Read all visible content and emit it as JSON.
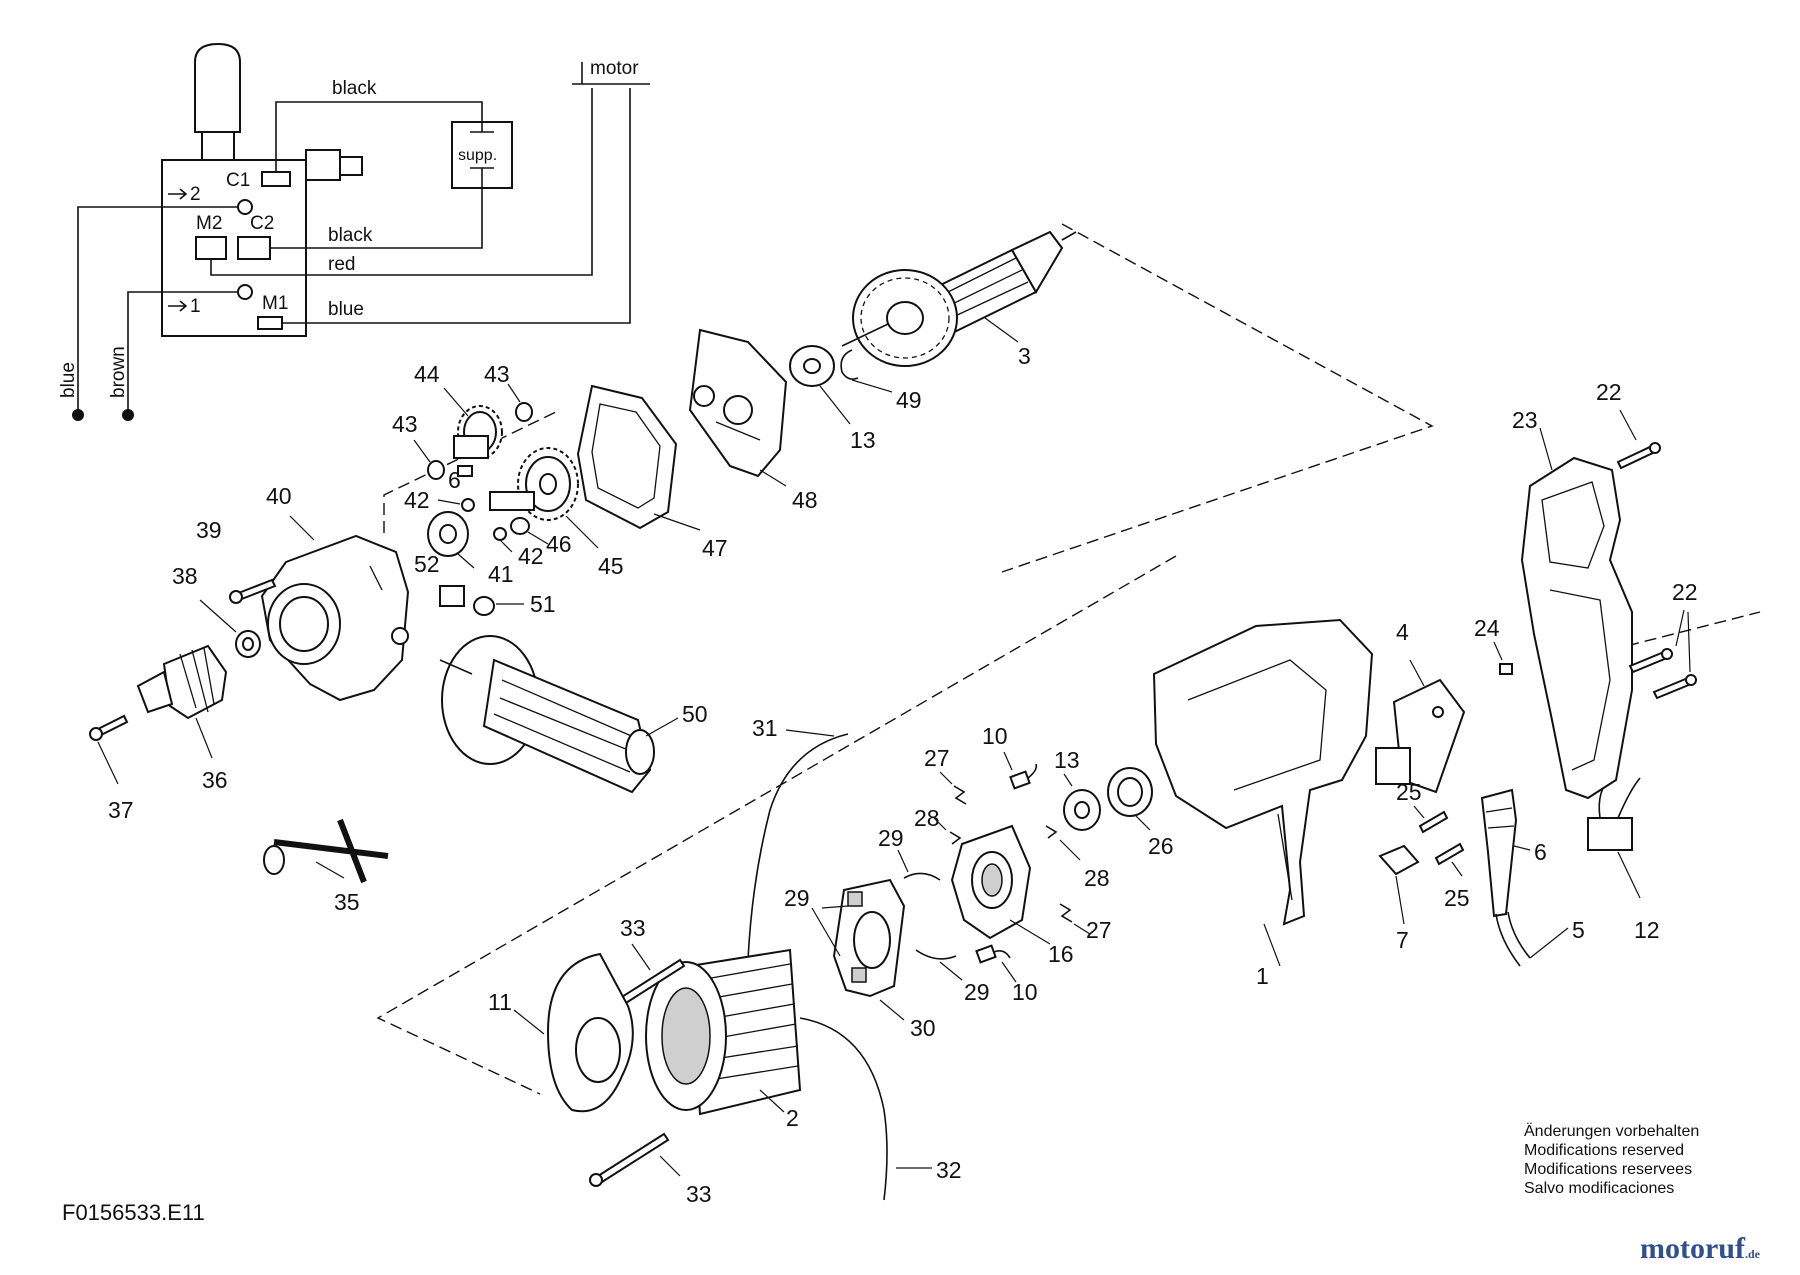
{
  "diagram_code": "F0156533.E11",
  "modifications_notice": [
    "Änderungen vorbehalten",
    "Modifications reserved",
    "Modifications reservees",
    "Salvo modificaciones"
  ],
  "watermark": {
    "text": "motoruf",
    "suffix": ".de",
    "color": "#2f4f8f"
  },
  "wiring": {
    "motor": "motor",
    "supp": "supp.",
    "wires": {
      "black_top": "black",
      "black_mid": "black",
      "red": "red",
      "blue": "blue"
    },
    "terminals": {
      "c1": "C1",
      "c2": "C2",
      "m1": "M1",
      "m2": "M2",
      "pos2": "2",
      "pos1": "1"
    },
    "leads": {
      "blue": "blue",
      "brown": "brown"
    }
  },
  "part_numbers": {
    "p1": "1",
    "p2": "2",
    "p3": "3",
    "p4": "4",
    "p5": "5",
    "p6": "6",
    "p6b": "6",
    "p7": "7",
    "p10a": "10",
    "p10b": "10",
    "p11": "11",
    "p12": "12",
    "p13a": "13",
    "p13b": "13",
    "p16": "16",
    "p22a": "22",
    "p22b": "22",
    "p23": "23",
    "p24": "24",
    "p25a": "25",
    "p25b": "25",
    "p26": "26",
    "p27a": "27",
    "p27b": "27",
    "p28a": "28",
    "p28b": "28",
    "p29a": "29",
    "p29b": "29",
    "p29c": "29",
    "p30": "30",
    "p31": "31",
    "p32": "32",
    "p33a": "33",
    "p33b": "33",
    "p35": "35",
    "p36": "36",
    "p37": "37",
    "p38": "38",
    "p39": "39",
    "p40": "40",
    "p41": "41",
    "p42a": "42",
    "p42b": "42",
    "p43a": "43",
    "p43b": "43",
    "p44": "44",
    "p45": "45",
    "p46": "46",
    "p47": "47",
    "p48": "48",
    "p49": "49",
    "p50": "50",
    "p51": "51",
    "p52": "52"
  }
}
